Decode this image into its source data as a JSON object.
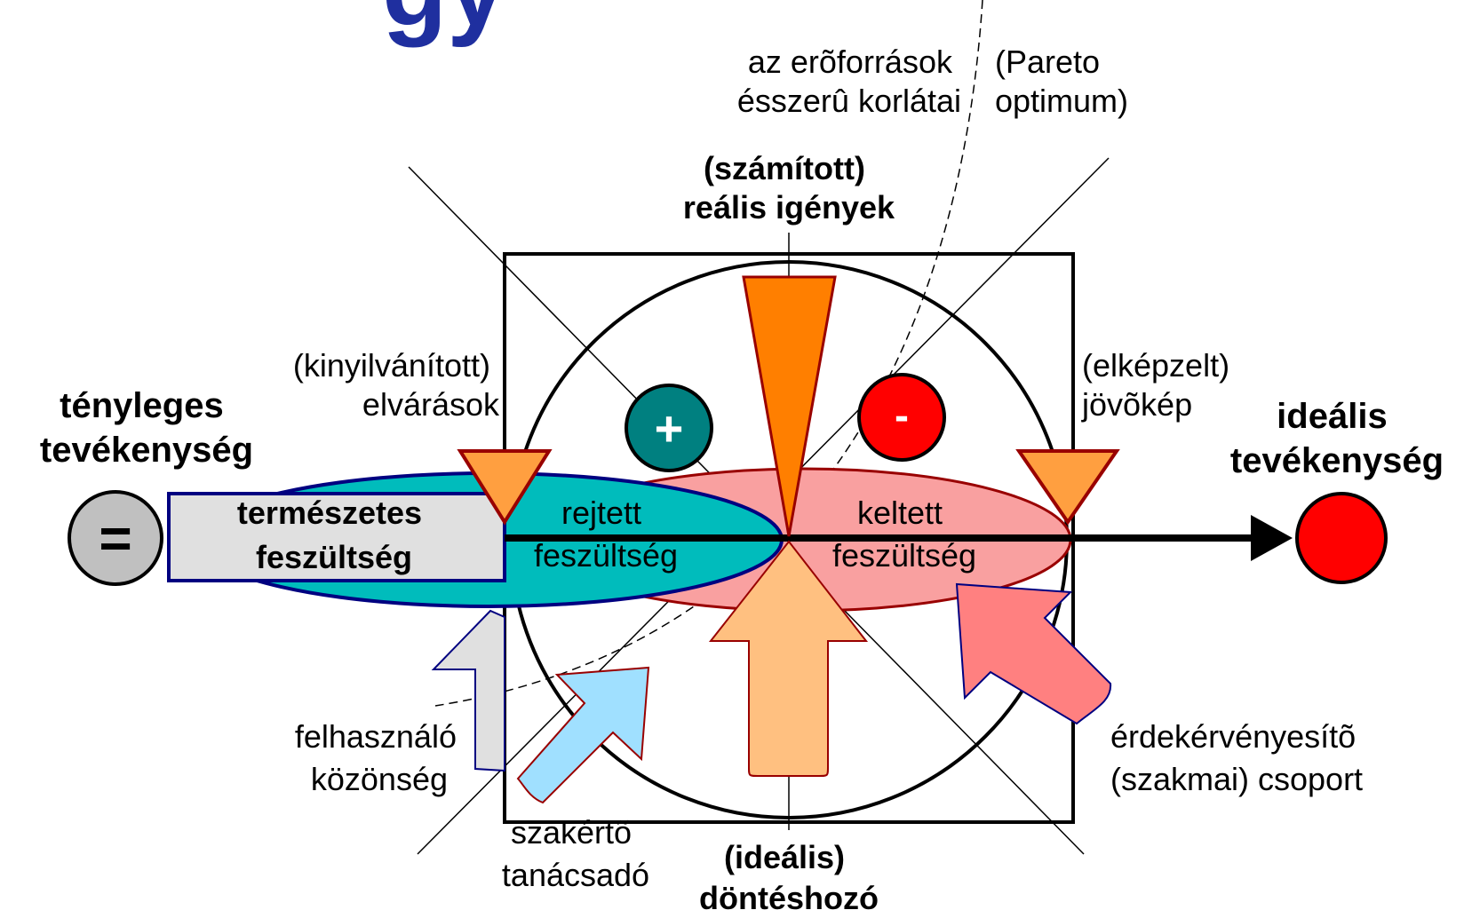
{
  "header_fragment": "gy",
  "labels": {
    "pareto_l1": "(Pareto",
    "pareto_l2": "optimum)",
    "resources_l1": "az erõforrások",
    "resources_l2": "ésszerû korlátai",
    "calc_l1": "(számított)",
    "calc_l2": "reális igények",
    "expressed_l1": "(kinyilvánított)",
    "expressed_l2": "elvárások",
    "imagined_l1": "(elképzelt)",
    "imagined_l2": "jövõkép",
    "actual_l1": "tényleges",
    "actual_l2": "tevékenység",
    "ideal_act_l1": "ideális",
    "ideal_act_l2": "tevékenység",
    "natural_l1": "természetes",
    "natural_l2": "feszültség",
    "hidden_l1": "rejtett",
    "hidden_l2": "feszültség",
    "induced_l1": "keltett",
    "induced_l2": "feszültség",
    "user_l1": "felhasználó",
    "user_l2": "közönség",
    "expert_l1": "szakértõ",
    "expert_l2": "tanácsadó",
    "decider_l1": "(ideális)",
    "decider_l2": "döntéshozó",
    "interest_l1": "érdekérvényesítõ",
    "interest_l2": "(szakmai) csoport"
  },
  "symbols": {
    "equal": "=",
    "plus": "+",
    "minus": "-"
  },
  "colors": {
    "title_blue": "#1f2f9f",
    "teal_ellipse": "#00bcbc",
    "pink_ellipse": "#f9a0a0",
    "dark_red": "#990000",
    "navy": "#000080",
    "orange_triangle": "#ff9f40",
    "top_triangle": "#ff7f00",
    "decider_arrow": "#ffc080",
    "expert_arrow": "#a0e0ff",
    "interest_arrow": "#ff8080",
    "plus_circle": "#008080",
    "minus_circle": "#ff0000",
    "ideal_circle": "#ff0000",
    "equal_circle": "#c0c0c0",
    "natural_box": "#e0e0e0"
  }
}
